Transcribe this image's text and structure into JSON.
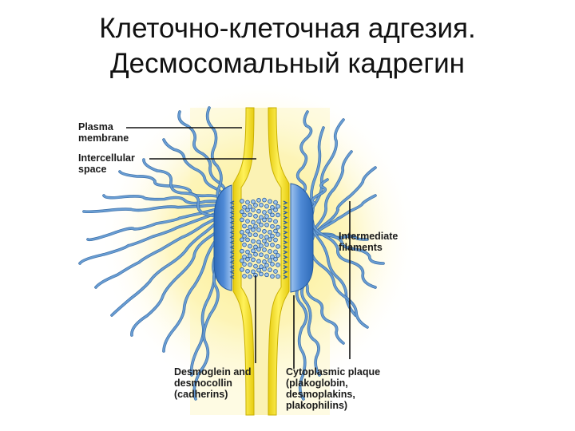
{
  "title": {
    "line1": "Клеточно-клеточная адгезия.",
    "line2": "Десмосомальный кадрегин"
  },
  "labels": {
    "plasma_membrane": [
      "Plasma",
      "membrane"
    ],
    "intercellular_space": [
      "Intercellular",
      "space"
    ],
    "intermediate_filaments": [
      "Intermediate",
      "filaments"
    ],
    "cadherins": [
      "Desmoglein and",
      "desmocollin",
      "(cadherins)"
    ],
    "plaque": [
      "Cytoplasmic plaque",
      "(plakoglobin,",
      "desmoplakins,",
      "plakophilins)"
    ]
  },
  "colors": {
    "membrane": "#f0de2a",
    "membrane_edge": "#c9b000",
    "space": "#fbf3b4",
    "glow": "#fdf08a",
    "plaque": "#3a78c4",
    "plaque_light": "#8cb6ea",
    "filament": "#6a9ed4",
    "filament_dark": "#3b6fa8",
    "leader": "#111111"
  }
}
